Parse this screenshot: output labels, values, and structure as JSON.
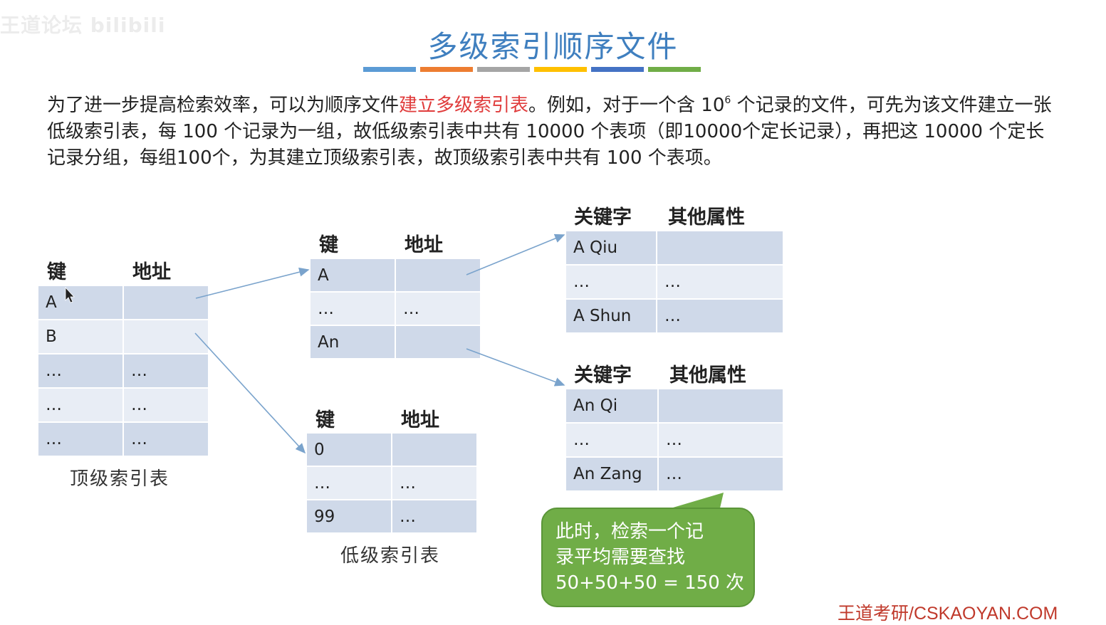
{
  "watermark": "王道论坛 bilibili",
  "title": "多级索引顺序文件",
  "title_bar_colors": [
    "#5b9bd5",
    "#ed7d31",
    "#a5a5a5",
    "#ffc000",
    "#4472c4",
    "#70ad47"
  ],
  "paragraph": {
    "part1": "为了进一步提高检索效率，可以为顺序文件",
    "highlight": "建立多级索引表",
    "part2": "。例如，对于一个含 10",
    "superscript": "6",
    "part3": " 个记录的文件，可先为该文件建立一张低级索引表，每 100 个记录为一组，故低级索引表中共有 10000 个表项（即10000个定长记录），再把这 10000 个定长记录分组，每组100个，为其建立顶级索引表，故顶级索引表中共有 100 个表项。"
  },
  "top_index": {
    "header_key": "键",
    "header_addr": "地址",
    "rows": [
      [
        "A",
        ""
      ],
      [
        "B",
        ""
      ],
      [
        "…",
        "…"
      ],
      [
        "…",
        "…"
      ],
      [
        "…",
        "…"
      ]
    ],
    "caption": "顶级索引表"
  },
  "low_index_1": {
    "header_key": "键",
    "header_addr": "地址",
    "rows": [
      [
        "A",
        ""
      ],
      [
        "…",
        "…"
      ],
      [
        "An",
        ""
      ]
    ]
  },
  "low_index_2": {
    "header_key": "键",
    "header_addr": "地址",
    "rows": [
      [
        "0",
        ""
      ],
      [
        "…",
        "…"
      ],
      [
        "99",
        "…"
      ]
    ],
    "caption": "低级索引表"
  },
  "record_table_1": {
    "header_key": "关键字",
    "header_attr": "其他属性",
    "rows": [
      [
        "A Qiu",
        ""
      ],
      [
        "…",
        "…"
      ],
      [
        "A Shun",
        "…"
      ]
    ]
  },
  "record_table_2": {
    "header_key": "关键字",
    "header_attr": "其他属性",
    "rows": [
      [
        "An Qi",
        ""
      ],
      [
        "…",
        "…"
      ],
      [
        "An Zang",
        "…"
      ]
    ]
  },
  "bubble": {
    "line1": "此时，检索一个记",
    "line2": "录平均需要查找",
    "line3": "50+50+50 = 150 次"
  },
  "footer": "王道考研/CSKAOYAN.COM",
  "colors": {
    "title": "#3f7fbf",
    "highlight": "#e03c3c",
    "cell_dark": "#cfd9e9",
    "cell_light": "#e8edf5",
    "bubble": "#70ad47",
    "arrow": "#7aa3cc",
    "footer": "#c0392b"
  }
}
